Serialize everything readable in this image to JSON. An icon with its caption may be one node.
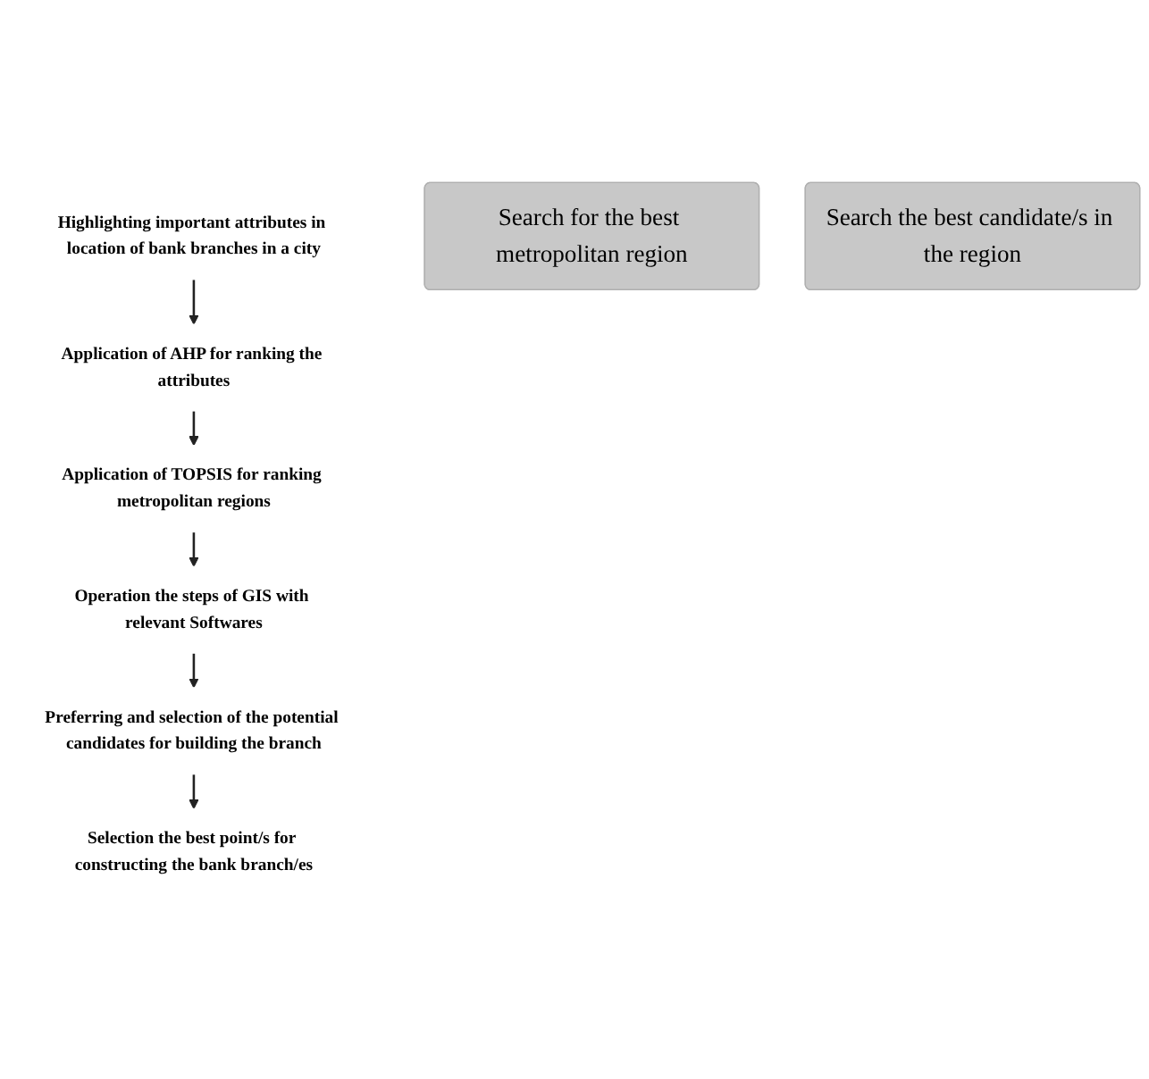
{
  "diagram": {
    "nodes": [
      {
        "text": [
          "Highlighting important attributes in location of bank branches in a city"
        ]
      },
      {
        "text": [
          "Application of AHP for ranking the attributes"
        ]
      },
      {
        "text": [
          "Application of TOPSIS for ranking metropolitan regions"
        ]
      },
      {
        "text": [
          "Operation the steps of GIS with relevant Softwares"
        ]
      },
      {
        "text": [
          "Preferring and selection of the potential candidates for building the branch"
        ]
      },
      {
        "text": [
          "Selection the best point/s for constructing the bank branch/es"
        ]
      },
      {
        "text": [
          "Search for the best metropolitan region"
        ]
      },
      {
        "text": [
          "Search the best candidate/s in the region"
        ]
      }
    ],
    "edges": [
      {
        "from": 0,
        "to": 1,
        "arrow": "to"
      },
      {
        "from": 1,
        "to": 2,
        "arrow": "to"
      },
      {
        "from": 2,
        "to": 3,
        "arrow": "to"
      },
      {
        "from": 3,
        "to": 4,
        "arrow": "to"
      },
      {
        "from": 4,
        "to": 5,
        "arrow": "to"
      }
    ]
  }
}
